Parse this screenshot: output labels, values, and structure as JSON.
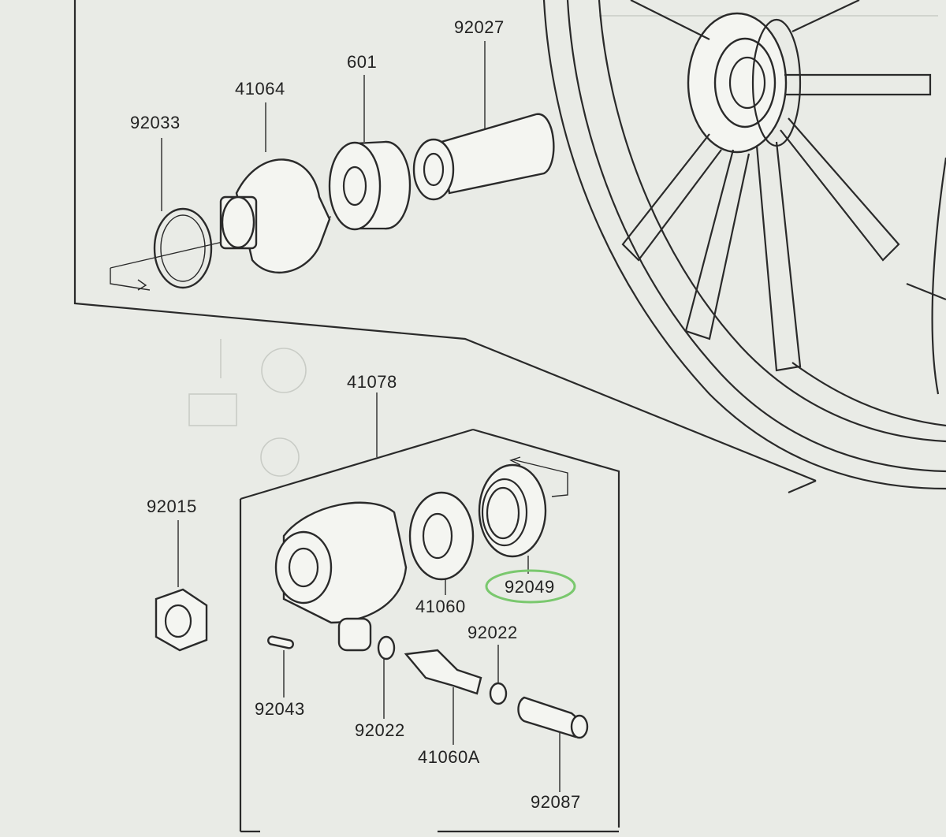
{
  "diagram": {
    "highlight_color": "#7ac86e",
    "ink_color": "#2a2a2a",
    "paper_color": "#e9ebe6",
    "labels": {
      "p92033": "92033",
      "p41064": "41064",
      "p601": "601",
      "p92027": "92027",
      "p41078": "41078",
      "p92015": "92015",
      "p41060": "41060",
      "p92049": "92049",
      "p92022a": "92022",
      "p92043": "92043",
      "p92022b": "92022",
      "p41060A": "41060A",
      "p92087": "92087"
    },
    "highlighted_part": "92049"
  }
}
